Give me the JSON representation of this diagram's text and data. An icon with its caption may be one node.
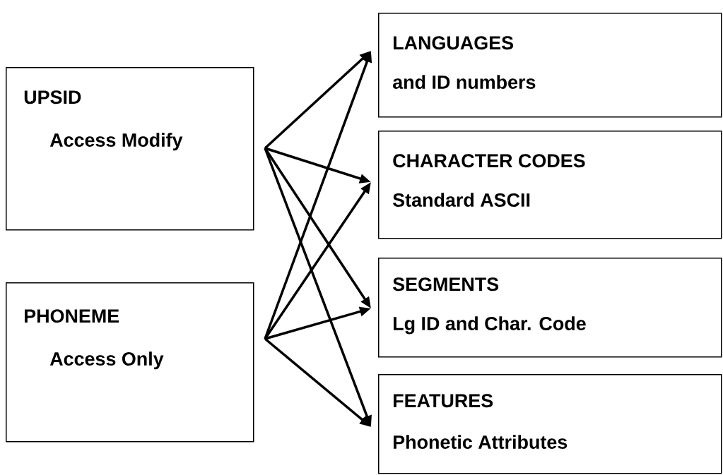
{
  "diagram": {
    "nodes": [
      {
        "text": [
          "UPSID",
          "Access Modify"
        ]
      },
      {
        "text": [
          "PHONEME",
          "Access Only"
        ]
      },
      {
        "text": [
          "LANGUAGES",
          "and ID numbers"
        ]
      },
      {
        "text": [
          "CHARACTER CODES",
          "Standard ASCII"
        ]
      },
      {
        "text": [
          "SEGMENTS",
          "Lg ID and Char. Code"
        ]
      },
      {
        "text": [
          "FEATURES",
          "Phonetic Attributes"
        ]
      }
    ],
    "edges": [
      {
        "from": 0,
        "to": 2,
        "arrow": "to"
      },
      {
        "from": 0,
        "to": 3,
        "arrow": "to"
      },
      {
        "from": 0,
        "to": 4,
        "arrow": "to"
      },
      {
        "from": 0,
        "to": 5,
        "arrow": "to"
      },
      {
        "from": 1,
        "to": 2,
        "arrow": "to"
      },
      {
        "from": 1,
        "to": 3,
        "arrow": "to"
      },
      {
        "from": 1,
        "to": 4,
        "arrow": "to"
      },
      {
        "from": 1,
        "to": 5,
        "arrow": "to"
      }
    ]
  }
}
